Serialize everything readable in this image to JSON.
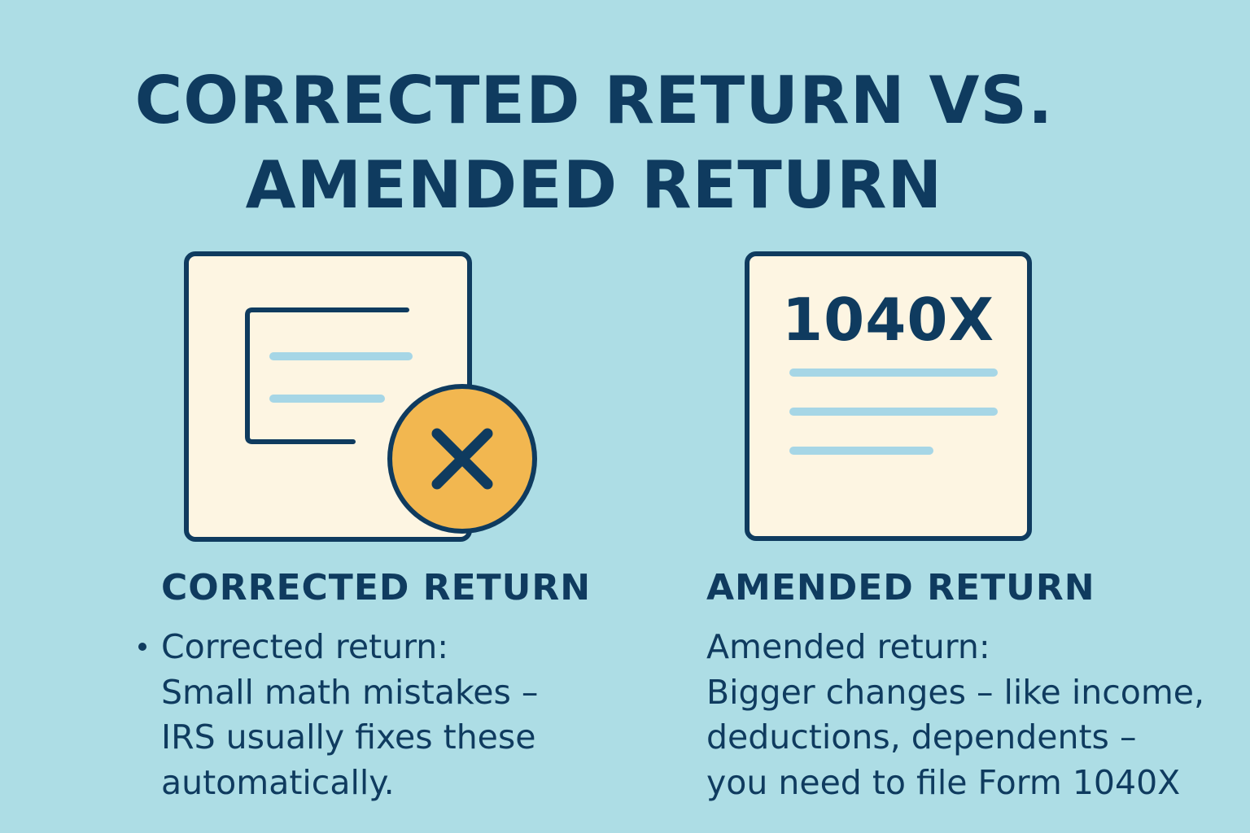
{
  "title": {
    "line1": "CORRECTED RETURN VS.",
    "line2": "AMENDED RETURN"
  },
  "left": {
    "heading": "CORRECTED RETURN",
    "lines": [
      "Corrected return:",
      "Small math mistakes –",
      "IRS usually fixes these",
      "automatically."
    ],
    "icon": "document-with-x-icon"
  },
  "right": {
    "form_number": "1040X",
    "heading": "AMENDED RETURN",
    "lines": [
      "Amended return:",
      "Bigger changes – like income,",
      "deductions, dependents –",
      "you need to file Form 1040X"
    ],
    "icon": "form-document-icon"
  },
  "colors": {
    "background": "#addde5",
    "navy": "#0f3b5f",
    "paper": "#fdf5e2",
    "line_blue": "#a6d6e6",
    "badge_orange": "#f2b750"
  }
}
